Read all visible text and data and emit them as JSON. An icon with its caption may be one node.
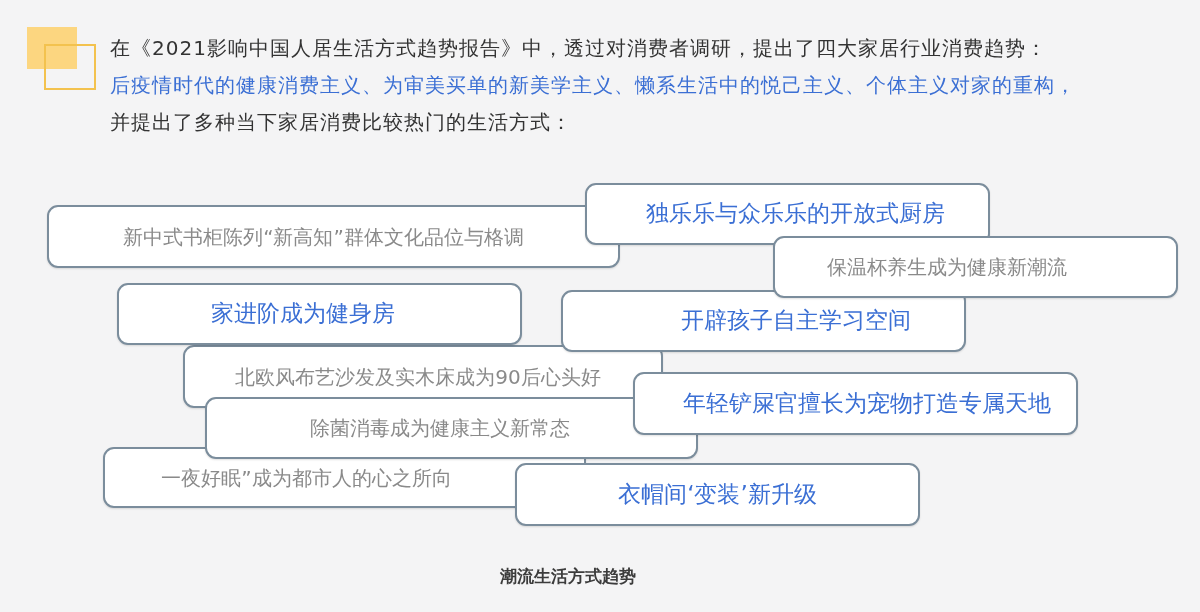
{
  "diagram": {
    "caption": "潮流生活方式趋势",
    "nodes": [
      {
        "text": [
          "新中式书柜陈列“新高知”群体文化品位与格调"
        ]
      },
      {
        "text": [
          "独乐乐与众乐乐的开放式厨房"
        ]
      },
      {
        "text": [
          "保温杯养生成为健康新潮流"
        ]
      },
      {
        "text": [
          "家进阶成为健身房"
        ]
      },
      {
        "text": [
          "开辟孩子自主学习空间"
        ]
      },
      {
        "text": [
          "北欧风布艺沙发及实木床成为90后心头好"
        ]
      },
      {
        "text": [
          "年轻铲屎官擅长为宠物打造专属天地"
        ]
      },
      {
        "text": [
          "除菌消毒成为健康主义新常态"
        ]
      },
      {
        "text": [
          "一夜好眠”成为都市人的心之所向"
        ]
      },
      {
        "text": [
          "衣帽间‘变装’新升级"
        ]
      }
    ],
    "labels": [
      "在《2021影响中国人居生活方式趋势报告》中，透过对消费者调研，提出了四大家居行业消费趋势：",
      "后疫情时代的健康消费主义、为审美买单的新美学主义、懒系生活中的悦己主义、个体主义对家的重构，",
      "并提出了多种当下家居消费比较热门的生活方式："
    ]
  }
}
